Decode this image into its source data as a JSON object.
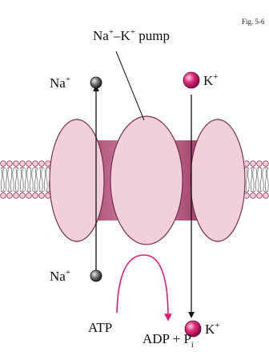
{
  "figure_label": "Fig. 5-6",
  "pump_label": {
    "base": "Na",
    "sup1": "+",
    "mid": "–K",
    "sup2": "+",
    "tail": " pump"
  },
  "ions": {
    "na_top": {
      "base": "Na",
      "sup": "+"
    },
    "k_top": {
      "base": "K",
      "sup": "+"
    },
    "na_bottom": {
      "base": "Na",
      "sup": "+"
    },
    "k_bottom": {
      "base": "K",
      "sup": "+"
    }
  },
  "atp_label": "ATP",
  "products_label": {
    "adp": "ADP + P",
    "sub": "i"
  },
  "colors": {
    "protein_fill": "#f2d0db",
    "protein_shadow": "#b0607f",
    "membrane_head": "#f4c8d8",
    "membrane_tail": "#8c8c8c",
    "k_ion": "#d81b6a",
    "na_ion": "#555555",
    "atp_arrow": "#e0187a"
  }
}
